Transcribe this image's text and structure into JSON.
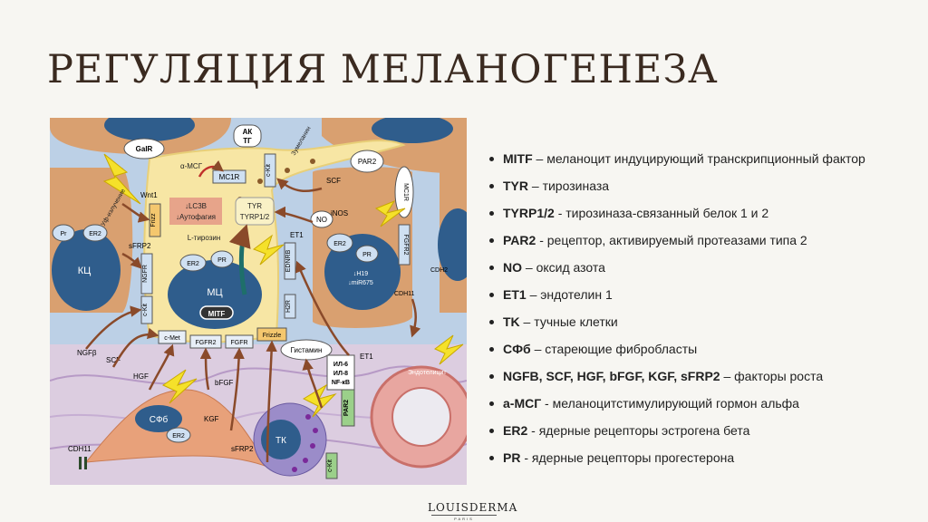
{
  "page_title": "РЕГУЛЯЦИЯ МЕЛАНОГЕНЕЗА",
  "brand": {
    "name": "LOUISDERMA",
    "subtitle": "PARIS"
  },
  "legend": [
    {
      "term": "MITF",
      "sep": " – ",
      "desc": "меланоцит индуцирующий транскрипционный фактор"
    },
    {
      "term": "TYR",
      "sep": " – ",
      "desc": "тирозиназа"
    },
    {
      "term": "TYRP1/2",
      "sep": " - ",
      "desc": "тирозиназа-связанный белок 1 и 2"
    },
    {
      "term": "PAR2",
      "sep": " - ",
      "desc": "рецептор, активируемый протеазами типа 2"
    },
    {
      "term": "NO",
      "sep": " – ",
      "desc": "оксид азота"
    },
    {
      "term": "ET1",
      "sep": " – ",
      "desc": "эндотелин 1"
    },
    {
      "term": "TK",
      "sep": " – ",
      "desc": "тучные клетки"
    },
    {
      "term": "СФб",
      "sep": " – ",
      "desc": "стареющие фибробласты"
    },
    {
      "term": "NGFB, SCF, HGF, bFGF, KGF, sFRP2",
      "sep": " – ",
      "desc": "факторы роста"
    },
    {
      "term": "a-МСГ",
      "sep": " - ",
      "desc": "меланоцитстимулирующий гормон альфа"
    },
    {
      "term": "ER2",
      "sep": " - ",
      "desc": "ядерные рецепторы эстрогена бета"
    },
    {
      "term": "PR",
      "sep": " - ",
      "desc": "ядерные рецепторы прогестерона"
    }
  ],
  "diagram": {
    "ak_tg": [
      "АК",
      "ТГ"
    ],
    "gair": "GaIR",
    "alpha_msh": "α-МСГ",
    "mc1r": "MC1R",
    "mc1r_right": "MC1R",
    "zumelanin": "Зумеланин",
    "par2_top": "PAR2",
    "scf": "SCF",
    "ckit_top": "c-Kit",
    "inos": "iNOS",
    "no": "NO",
    "tyr": "TYR",
    "tyrp": "TYRP1/2",
    "lc3b": "↓LC3B",
    "autophagy": "↓Аутофагия",
    "l_tyrosine": "L-тирозин",
    "uv_left": "Уф-излучение",
    "wnt1": "Wnt1",
    "frizz": "Frizz",
    "sfrp2_top": "sFRP2",
    "pr_left": "Pr",
    "er2_left": "ER2",
    "kc": "КЦ",
    "ngfr": "NGFR",
    "ckit_left": "c-Kit",
    "er2_mc": "ER2",
    "pr_mc": "PR",
    "mc": "МЦ",
    "mitf": "MITF",
    "et1_mid": "ET1",
    "ednrb": "EDNRB",
    "h2r": "H2R",
    "er2_right": "ER2",
    "pr_right": "PR",
    "h19": "↓H19",
    "mir675": "↓miR675",
    "fgfr2_right": "FGFR2",
    "cdh2": "CDH2",
    "cdh11_right": "CDH11",
    "cmet": "c-Met",
    "fgfr2_low": "FGFR2",
    "fgfr_low": "FGFR",
    "frizzle_low": "Frizzle",
    "histamine": "Гистамин",
    "et1_low": "ET1",
    "cytokines": [
      "ИЛ-6",
      "ИЛ-8",
      "NF-кВ"
    ],
    "par2_low": "PAR2",
    "endothelium": "Эндотелицит",
    "ngfb": "NGFβ",
    "scf_low": "SCF",
    "hgf": "HGF",
    "bfgf": "bFGF",
    "kgf": "KGF",
    "sfrp2_low": "sFRP2",
    "sfb": "СФб",
    "er2_sfb": "ER2",
    "cdh11_left": "CDH11",
    "tk": "ТК",
    "ckit_tk": "c-Kit"
  }
}
